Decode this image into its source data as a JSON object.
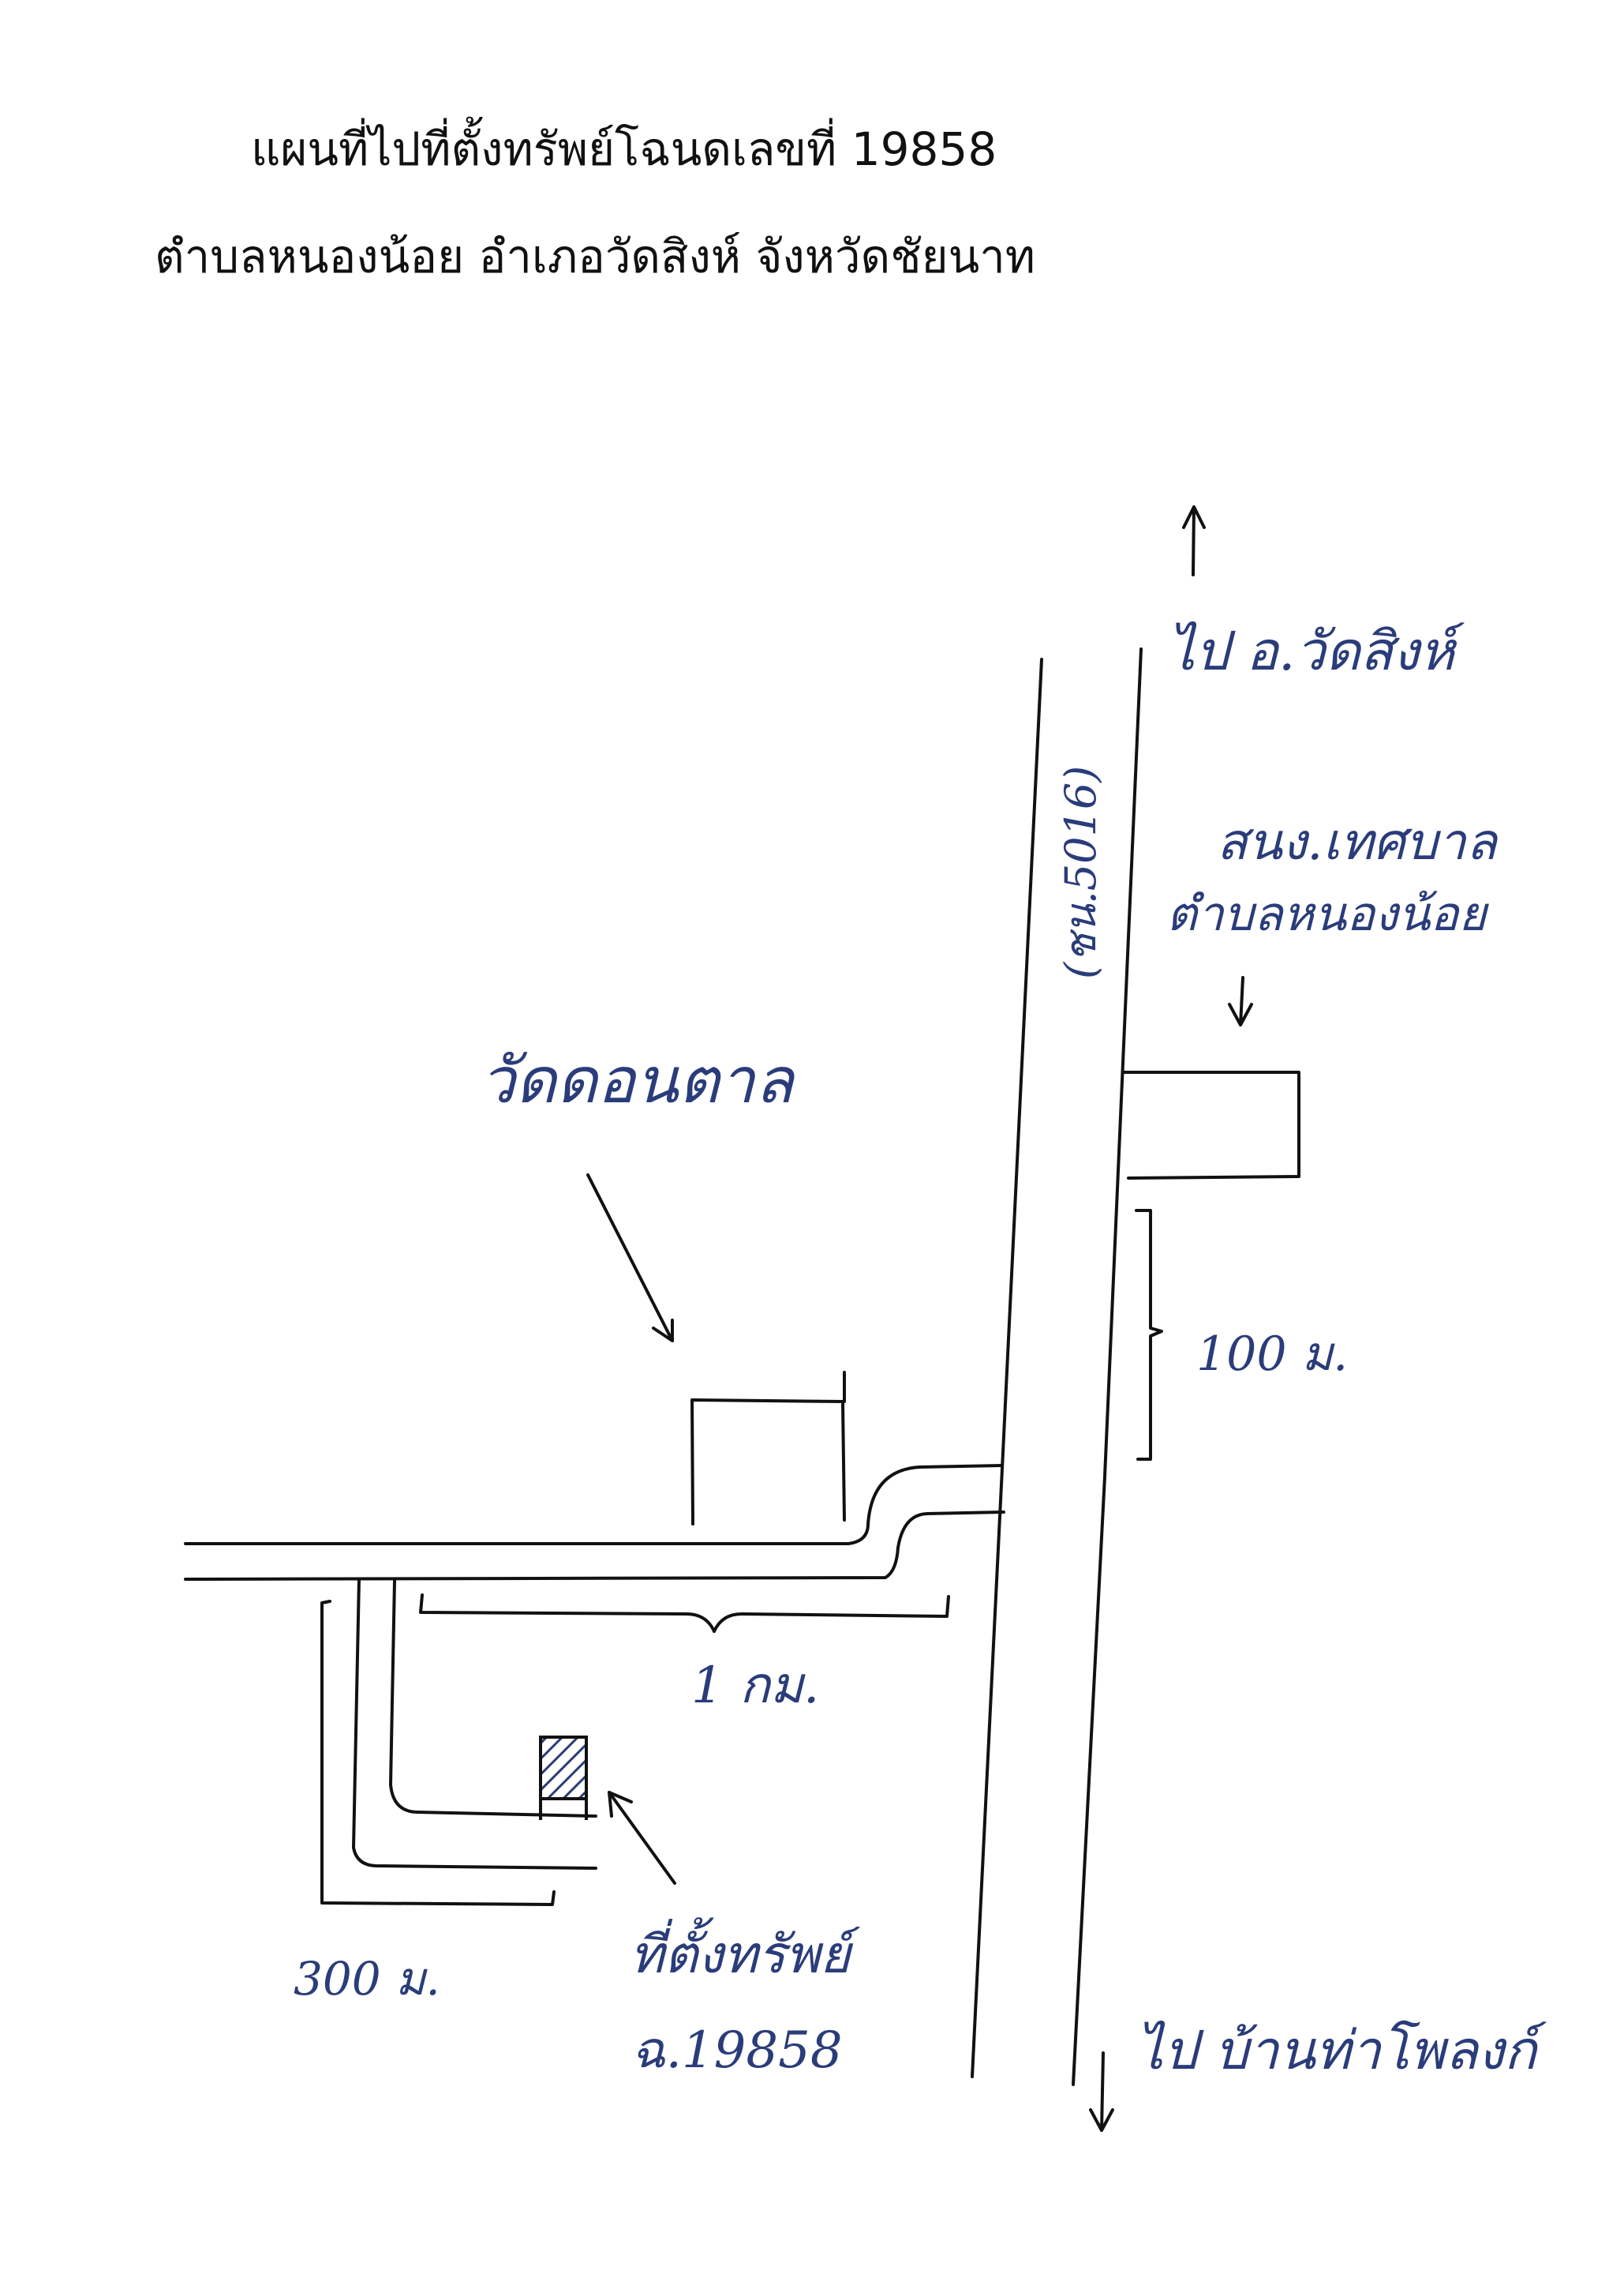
{
  "document": {
    "title_line1": "แผนที่ไปที่ตั้งทรัพย์โฉนดเลขที่ 19858",
    "title_line2": "ตำบลหนองน้อย อำเภอวัดสิงห์ จังหวัดชัยนาท"
  },
  "map": {
    "ink_color": "#2a3c7a",
    "labels": {
      "to_north": "ไป อ.วัดสิงห์",
      "highway": "(ชน.5016)",
      "municipality_line1": "สนง.เทศบาล",
      "municipality_line2": "ตำบลหนองน้อย",
      "temple": "วัดดอนตาล",
      "distance_100": "100 ม.",
      "distance_1km": "1 กม.",
      "property_line1": "ที่ตั้งทรัพย์",
      "property_line2": "ฉ.19858",
      "distance_300": "300 ม.",
      "to_south": "ไป บ้านท่าโพลงก์"
    }
  }
}
